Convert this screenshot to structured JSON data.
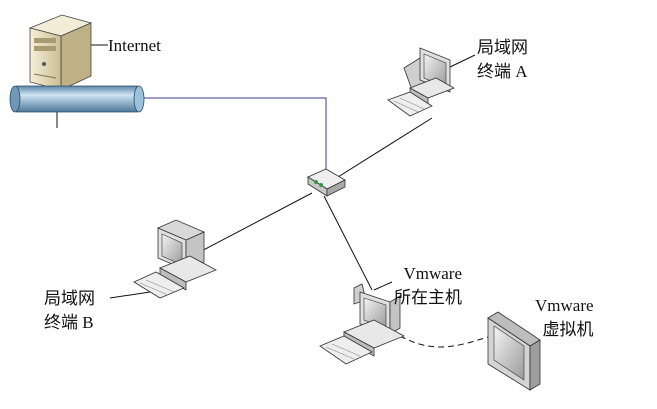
{
  "labels": {
    "internet": "Internet",
    "terminal_a": [
      "局域网",
      "终端 A"
    ],
    "terminal_b": [
      "局域网",
      "终端 B"
    ],
    "host": [
      "Vmware",
      "所在主机"
    ],
    "vm": [
      "Vmware",
      "虚拟机"
    ]
  },
  "colors": {
    "pipe": "#8fb8d6",
    "link": "#3a3a8a",
    "line": "#111111",
    "server": "#e8dcbc",
    "device": "#d9d9d9"
  }
}
